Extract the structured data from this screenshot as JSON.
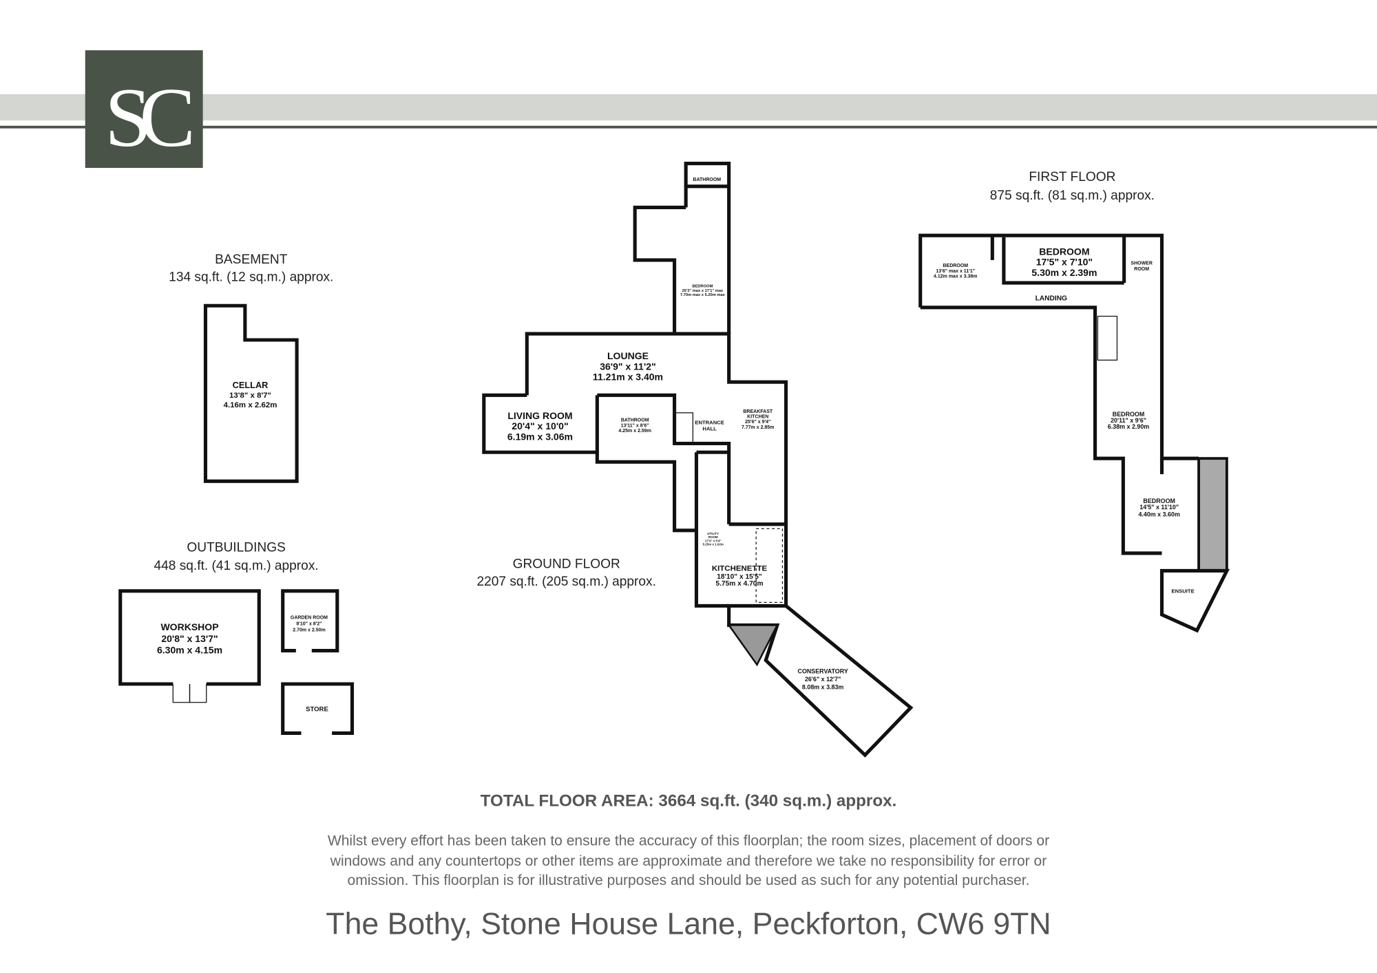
{
  "brand": {
    "logo_text": "SC",
    "color": "#4a5347",
    "band_color": "#d4d6d2"
  },
  "basement": {
    "title": "BASEMENT",
    "area": "134 sq.ft. (12 sq.m.) approx.",
    "rooms": [
      {
        "name": "CELLAR",
        "imperial": "13'8\"  x 8'7\"",
        "metric": "4.16m  x 2.62m"
      }
    ]
  },
  "outbuildings": {
    "title": "OUTBUILDINGS",
    "area": "448 sq.ft. (41 sq.m.) approx.",
    "rooms": [
      {
        "name": "WORKSHOP",
        "imperial": "20'8\"  x 13'7\"",
        "metric": "6.30m  x 4.15m"
      },
      {
        "name": "GARDEN ROOM",
        "imperial": "8'10\"  x 8'2\"",
        "metric": "2.70m  x 2.50m"
      },
      {
        "name": "STORE"
      }
    ]
  },
  "ground_floor": {
    "title": "GROUND FLOOR",
    "area": "2207 sq.ft. (205 sq.m.) approx.",
    "rooms": [
      {
        "name": "BATHROOM"
      },
      {
        "name": "BEDROOM",
        "imperial": "25'3\" max x 17'1\" max",
        "metric": "7.70m max x 5.20m max"
      },
      {
        "name": "LOUNGE",
        "imperial": "36'9\"  x 11'2\"",
        "metric": "11.21m  x 3.40m"
      },
      {
        "name": "LIVING ROOM",
        "imperial": "20'4\"  x 10'0\"",
        "metric": "6.19m  x 3.06m"
      },
      {
        "name": "BATHROOM",
        "imperial": "13'11\"  x 8'6\"",
        "metric": "4.25m  x 2.59m"
      },
      {
        "name": "ENTRANCE",
        "name2": "HALL"
      },
      {
        "name": "BREAKFAST",
        "name2": "KITCHEN",
        "imperial": "25'6\"  x 9'4\"",
        "metric": "7.77m  x 2.85m"
      },
      {
        "name": "UTILITY",
        "name2": "ROOM",
        "imperial": "17'3\"  x 5'4\"",
        "metric": "5.25m  x 1.62m"
      },
      {
        "name": "KITCHENETTE",
        "imperial": "18'10\"  x 15'5\"",
        "metric": "5.75m  x 4.70m"
      },
      {
        "name": "CONSERVATORY",
        "imperial": "26'6\"  x 12'7\"",
        "metric": "8.08m  x 3.83m"
      }
    ]
  },
  "first_floor": {
    "title": "FIRST FLOOR",
    "area": "875 sq.ft. (81 sq.m.) approx.",
    "rooms": [
      {
        "name": "BEDROOM",
        "imperial": "13'6\" max x 11'1\"",
        "metric": "4.12m max x 3.38m"
      },
      {
        "name": "BEDROOM",
        "imperial": "17'5\"  x 7'10\"",
        "metric": "5.30m  x 2.39m"
      },
      {
        "name": "SHOWER",
        "name2": "ROOM"
      },
      {
        "name": "LANDING"
      },
      {
        "name": "BEDROOM",
        "imperial": "20'11\"  x 9'6\"",
        "metric": "6.38m  x 2.90m"
      },
      {
        "name": "BEDROOM",
        "imperial": "14'5\"  x 11'10\"",
        "metric": "4.40m  x 3.60m"
      },
      {
        "name": "ENSUITE"
      }
    ]
  },
  "total": "TOTAL FLOOR AREA: 3664 sq.ft. (340 sq.m.) approx.",
  "disclaimer": [
    "Whilst every effort has been taken to ensure the accuracy of this floorplan; the room sizes, placement of doors or",
    "windows and any countertops or other items are approximate and therefore we take no responsibility for error or",
    "omission. This floorplan is for illustrative purposes and should be used as such for any potential purchaser."
  ],
  "address": "The Bothy, Stone House Lane, Peckforton, CW6 9TN"
}
